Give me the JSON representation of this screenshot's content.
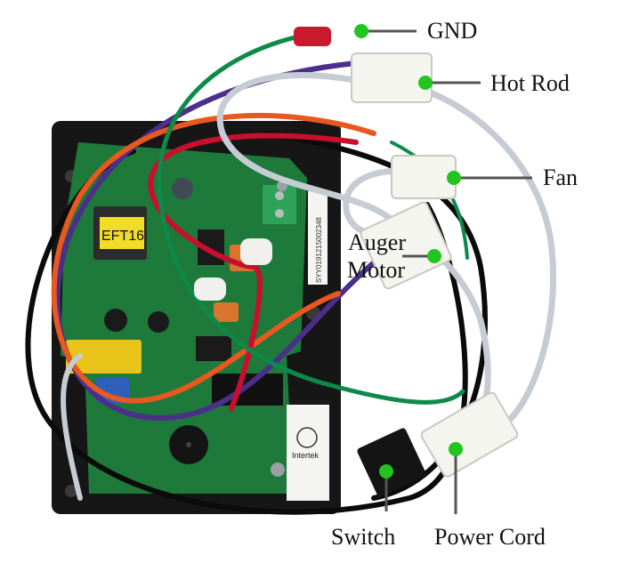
{
  "labels": {
    "gnd": "GND",
    "hot_rod": "Hot Rod",
    "fan": "Fan",
    "auger_line1": "Auger",
    "auger_line2": "Motor",
    "switch": "Switch",
    "power_cord": "Power Cord"
  },
  "board": {
    "transformer_label": "EFT16",
    "cert_text": "Intertek",
    "serial": "SYY0191215002348"
  },
  "colors": {
    "marker": "#22c41f",
    "leader": "#555555",
    "board_green": "#1e7a3a",
    "plate": "#161616",
    "wire_orange": "#e8581f",
    "wire_red": "#c8102e",
    "wire_purple": "#4b2f8a",
    "wire_black": "#0b0b0b",
    "wire_gray": "#c6ccd3",
    "wire_green": "#0d8a4a"
  }
}
